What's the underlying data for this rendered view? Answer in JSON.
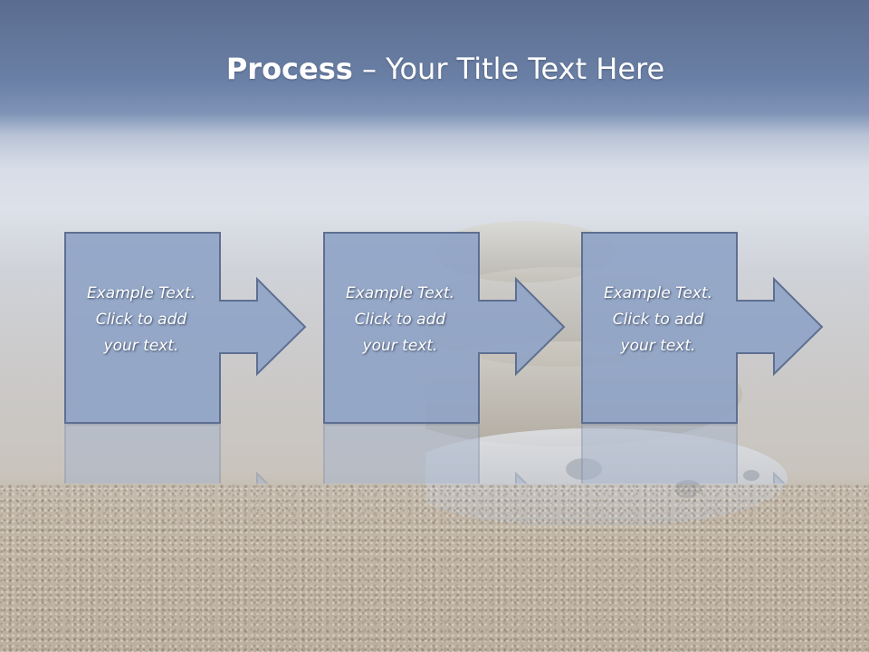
{
  "slide": {
    "title_bold": "Process",
    "title_rest": " – Your Title Text Here"
  },
  "steps": [
    {
      "line1": "Example Text.",
      "line2": "Click  to add",
      "line3": "your text."
    },
    {
      "line1": "Example Text.",
      "line2": "Click  to add",
      "line3": "your text."
    },
    {
      "line1": "Example Text.",
      "line2": "Click  to add",
      "line3": "your text."
    }
  ],
  "colors": {
    "shape_fill": "#8fa3c6",
    "shape_stroke": "#5e6f91",
    "title_text": "#ffffff"
  }
}
